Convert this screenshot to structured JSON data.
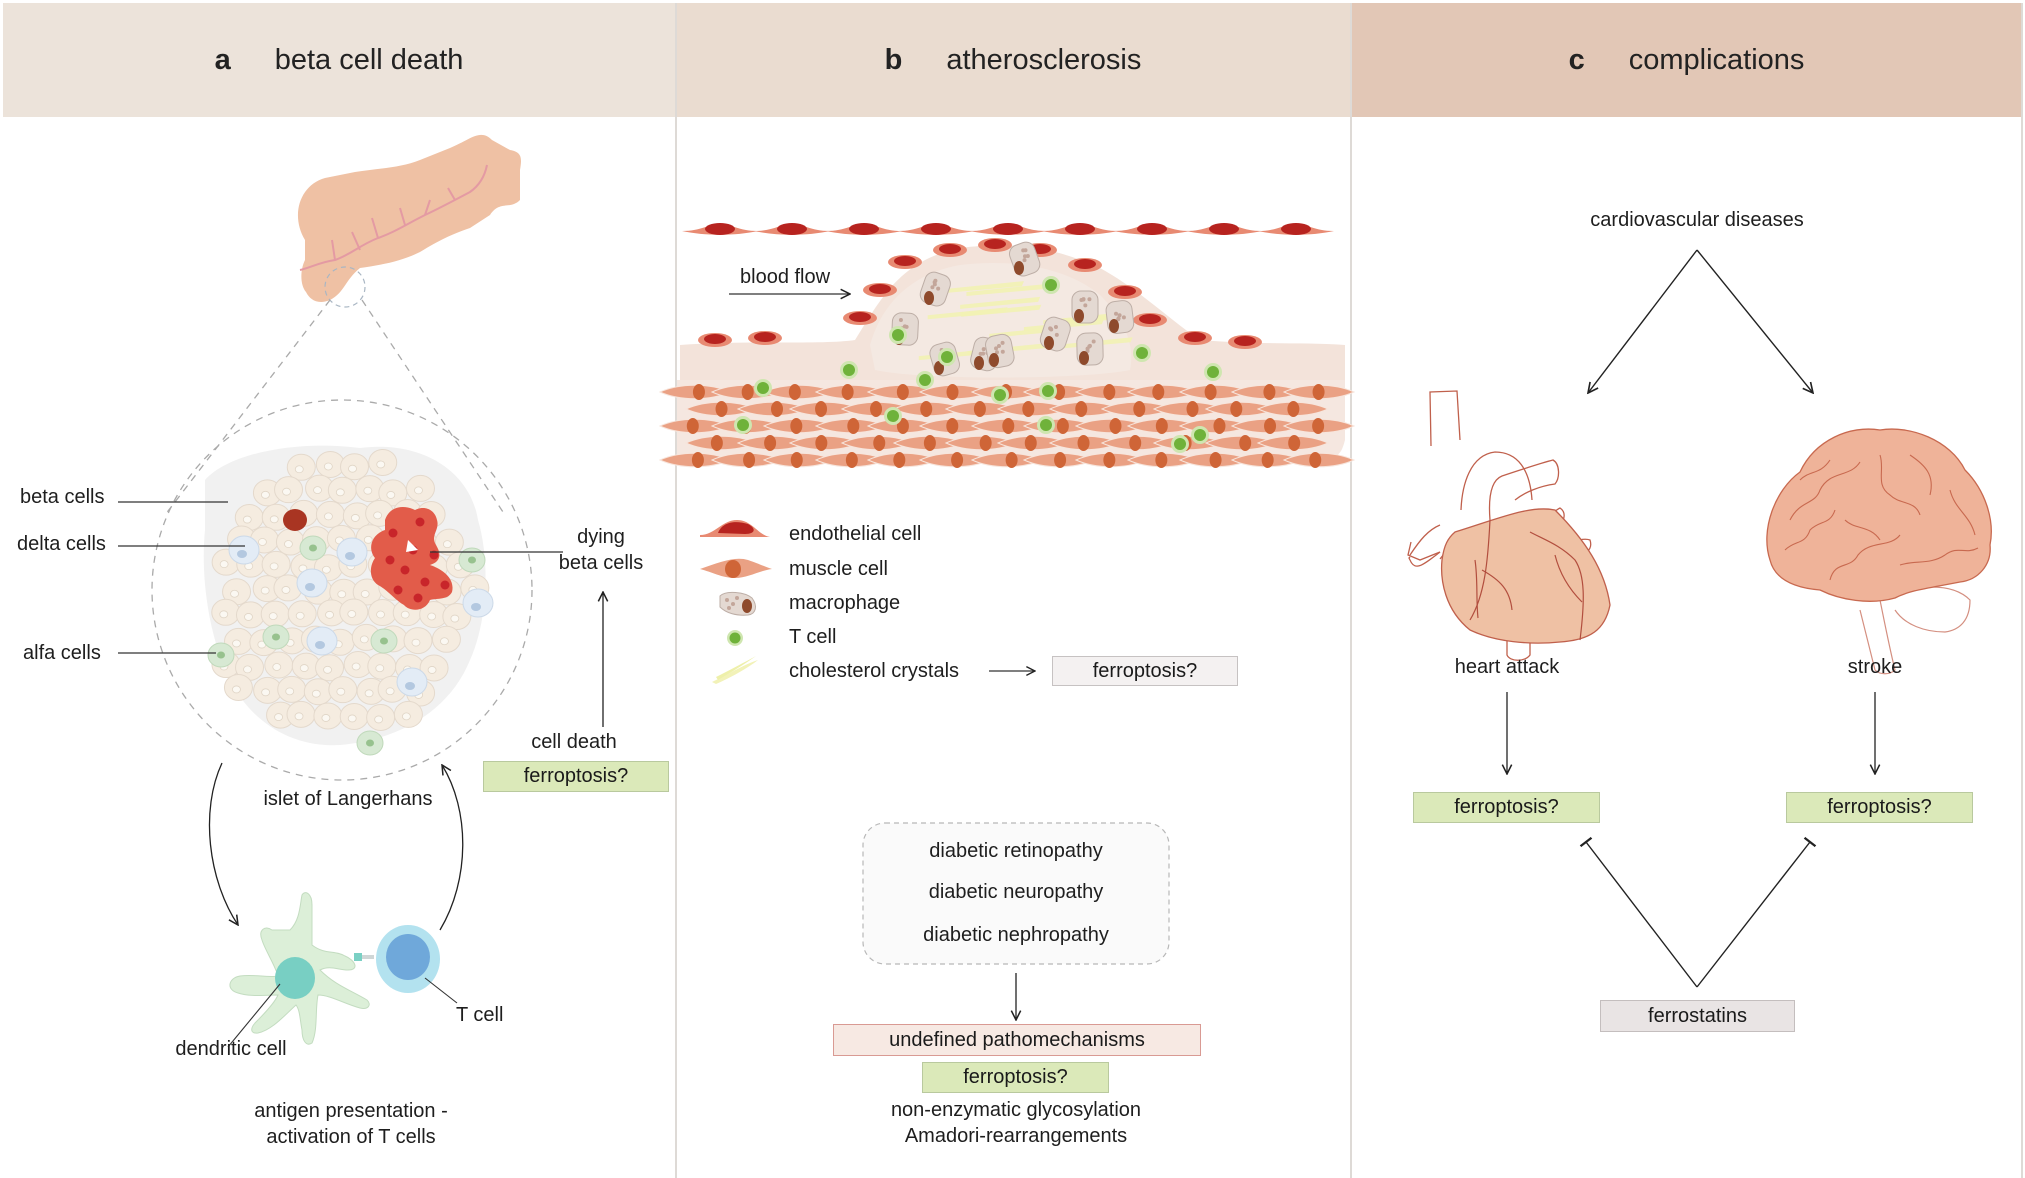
{
  "panels": [
    {
      "letter": "a",
      "title": "beta cell death",
      "header_color": "#ece3da"
    },
    {
      "letter": "b",
      "title": "atherosclerosis",
      "header_color": "#eadcd0"
    },
    {
      "letter": "c",
      "title": "complications",
      "header_color": "#e2c7b6"
    }
  ],
  "panel_a": {
    "labels": {
      "beta_cells": "beta cells",
      "delta_cells": "delta cells",
      "alfa_cells": "alfa cells",
      "dying_line1": "dying",
      "dying_line2": "beta cells",
      "cell_death": "cell death",
      "ferroptosis": "ferroptosis?",
      "islet": "islet of Langerhans",
      "dendritic_cell": "dendritic cell",
      "t_cell": "T cell",
      "antigen_line1": "antigen presentation -",
      "antigen_line2": "activation of T cells"
    }
  },
  "panel_b": {
    "blood_flow": "blood flow",
    "legend": [
      {
        "icon": "endothelial-cell-icon",
        "label": "endothelial cell"
      },
      {
        "icon": "muscle-cell-icon",
        "label": "muscle cell"
      },
      {
        "icon": "macrophage-icon",
        "label": "macrophage"
      },
      {
        "icon": "t-cell-icon",
        "label": "T cell"
      },
      {
        "icon": "cholesterol-crystals-icon",
        "label": "cholesterol crystals"
      }
    ],
    "crystals_ferroptosis": "ferroptosis?",
    "complications": [
      "diabetic retinopathy",
      "diabetic neuropathy",
      "diabetic nephropathy"
    ],
    "undefined": "undefined pathomechanisms",
    "ferroptosis": "ferroptosis?",
    "footer_line1": "non-enzymatic glycosylation",
    "footer_line2": "Amadori-rearrangements"
  },
  "panel_c": {
    "top": "cardiovascular diseases",
    "heart_attack": "heart attack",
    "stroke": "stroke",
    "ferroptosis_left": "ferroptosis?",
    "ferroptosis_right": "ferroptosis?",
    "ferrostatins": "ferrostatins"
  },
  "colors": {
    "ferroptosis_box": "#dbe9b9",
    "undefined_box": "#f7e9e3",
    "ferrostatins_box": "#e9e4e4",
    "organ_fill": "#efc1a4",
    "organ_line": "#c0604c",
    "dying_cells": "#e25c4a",
    "t_cell_green": "#6ab536"
  }
}
